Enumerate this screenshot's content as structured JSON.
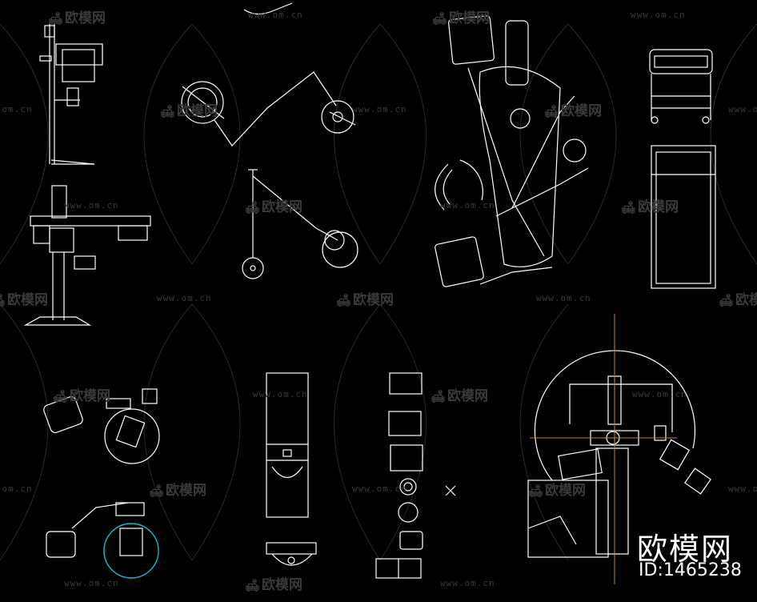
{
  "watermark": {
    "brand": "欧模网",
    "url": "www.om.cn"
  },
  "badge": {
    "brand": "欧模网",
    "id_text": "ID:1465238"
  },
  "colors": {
    "background": "#000000",
    "linework": "#ffffff",
    "accent_line": "#c8882a",
    "cyan_circle": "#1fb8c8",
    "watermark": "#3a3a3a"
  },
  "icons": [
    "sofa-icon",
    "cross-mark-icon"
  ]
}
